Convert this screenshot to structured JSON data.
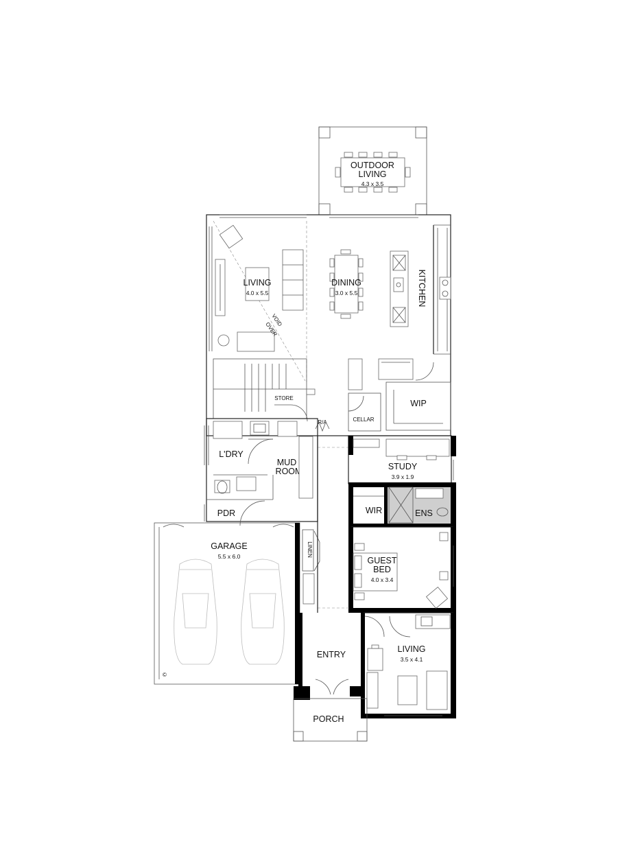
{
  "rooms": {
    "outdoor_living": {
      "name_line1": "OUTDOOR",
      "name_line2": "LIVING",
      "size": "4.3 x 3.5"
    },
    "living_upper": {
      "name": "LIVING",
      "size": "4.0 x 5.5"
    },
    "dining": {
      "name": "DINING",
      "size": "3.0 x 5.5"
    },
    "kitchen": {
      "name": "KITCHEN"
    },
    "void_over": {
      "line1": "VOID",
      "line2": "OVER"
    },
    "store": {
      "name": "STORE"
    },
    "wip": {
      "name": "WIP"
    },
    "cellar": {
      "name": "CELLAR"
    },
    "ra": {
      "name": "R/A"
    },
    "laundry": {
      "name": "L'DRY"
    },
    "mud_room": {
      "name_line1": "MUD",
      "name_line2": "ROOM"
    },
    "study": {
      "name": "STUDY",
      "size": "3.9 x 1.9"
    },
    "wir": {
      "name": "WIR"
    },
    "ens": {
      "name": "ENS"
    },
    "pdr": {
      "name": "PDR"
    },
    "garage": {
      "name": "GARAGE",
      "size": "5.5 x 6.0"
    },
    "linen": {
      "name": "LINEN"
    },
    "guest_bed": {
      "name_line1": "GUEST",
      "name_line2": "BED",
      "size": "4.0 x 3.4"
    },
    "entry": {
      "name": "ENTRY"
    },
    "living_lower": {
      "name": "LIVING",
      "size": "3.5 x 4.1"
    },
    "porch": {
      "name": "PORCH"
    }
  },
  "copyright_mark": "©"
}
